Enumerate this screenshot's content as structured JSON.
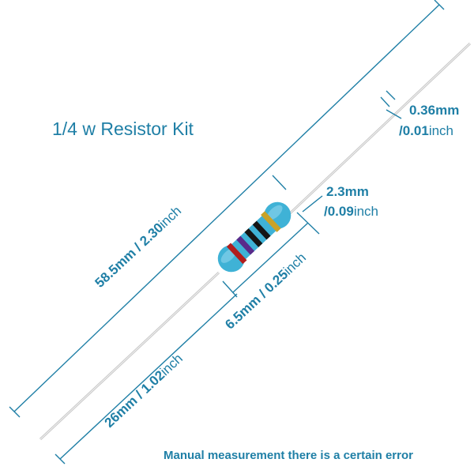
{
  "title": "1/4 w Resistor Kit",
  "colors": {
    "accent": "#1f7fa6",
    "body": "#3fb2d6",
    "lead": "#d7d7d7",
    "band_red": "#b11d1d",
    "band_violet": "#5a2a8a",
    "band_black": "#151515",
    "band_gold": "#c9a227"
  },
  "dimensions": {
    "wire_diameter": {
      "value": "0.36mm",
      "alt_value": "/0.01",
      "alt_unit": "inch"
    },
    "body_diameter": {
      "value": "2.3mm",
      "alt_value": "/0.09",
      "alt_unit": "inch"
    },
    "total_length": {
      "value": "58.5mm / 2.30",
      "unit": "inch"
    },
    "body_length": {
      "value": "6.5mm / 0.25",
      "unit": "inch"
    },
    "lead_length": {
      "value": "26mm / 1.02",
      "unit": "inch"
    }
  },
  "footer_note": "Manual measurement there is a certain error"
}
